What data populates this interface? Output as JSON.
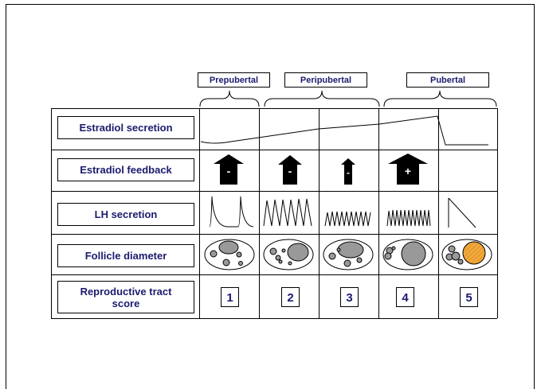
{
  "stages": [
    {
      "label": "Prepubertal"
    },
    {
      "label": "Peripubertal"
    },
    {
      "label": "Pubertal"
    }
  ],
  "rows": [
    {
      "label": "Estradiol secretion"
    },
    {
      "label": "Estradiol feedback"
    },
    {
      "label": "LH secretion"
    },
    {
      "label": "Follicle diameter"
    },
    {
      "label": "Reproductive tract score"
    }
  ],
  "feedback_signs": [
    "-",
    "-",
    "-",
    "+",
    ""
  ],
  "scores": [
    "1",
    "2",
    "3",
    "4",
    "5"
  ],
  "colors": {
    "label_text": "#1b1b6e",
    "follicle_gray": "#999999",
    "corpus_luteum": "#f2a93b"
  }
}
